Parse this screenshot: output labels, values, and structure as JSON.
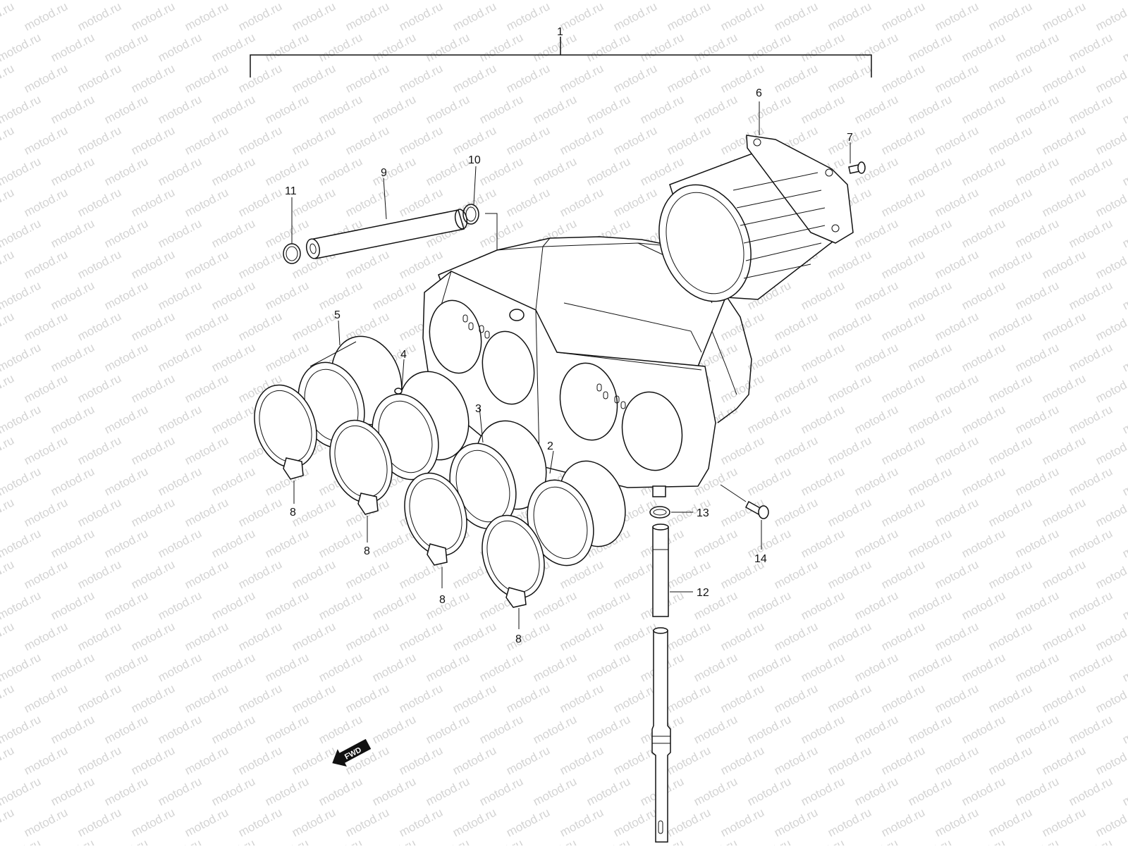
{
  "watermark": {
    "text": "motod.ru",
    "color": "#d3d3d3"
  },
  "callouts": {
    "c1": "1",
    "c2": "2",
    "c3": "3",
    "c4": "4",
    "c5": "5",
    "c6": "6",
    "c7": "7",
    "c8a": "8",
    "c8b": "8",
    "c8c": "8",
    "c8d": "8",
    "c9": "9",
    "c10": "10",
    "c11": "11",
    "c12": "12",
    "c13": "13",
    "c14": "14"
  },
  "fwd_label": "FWD",
  "line_color": "#111111"
}
